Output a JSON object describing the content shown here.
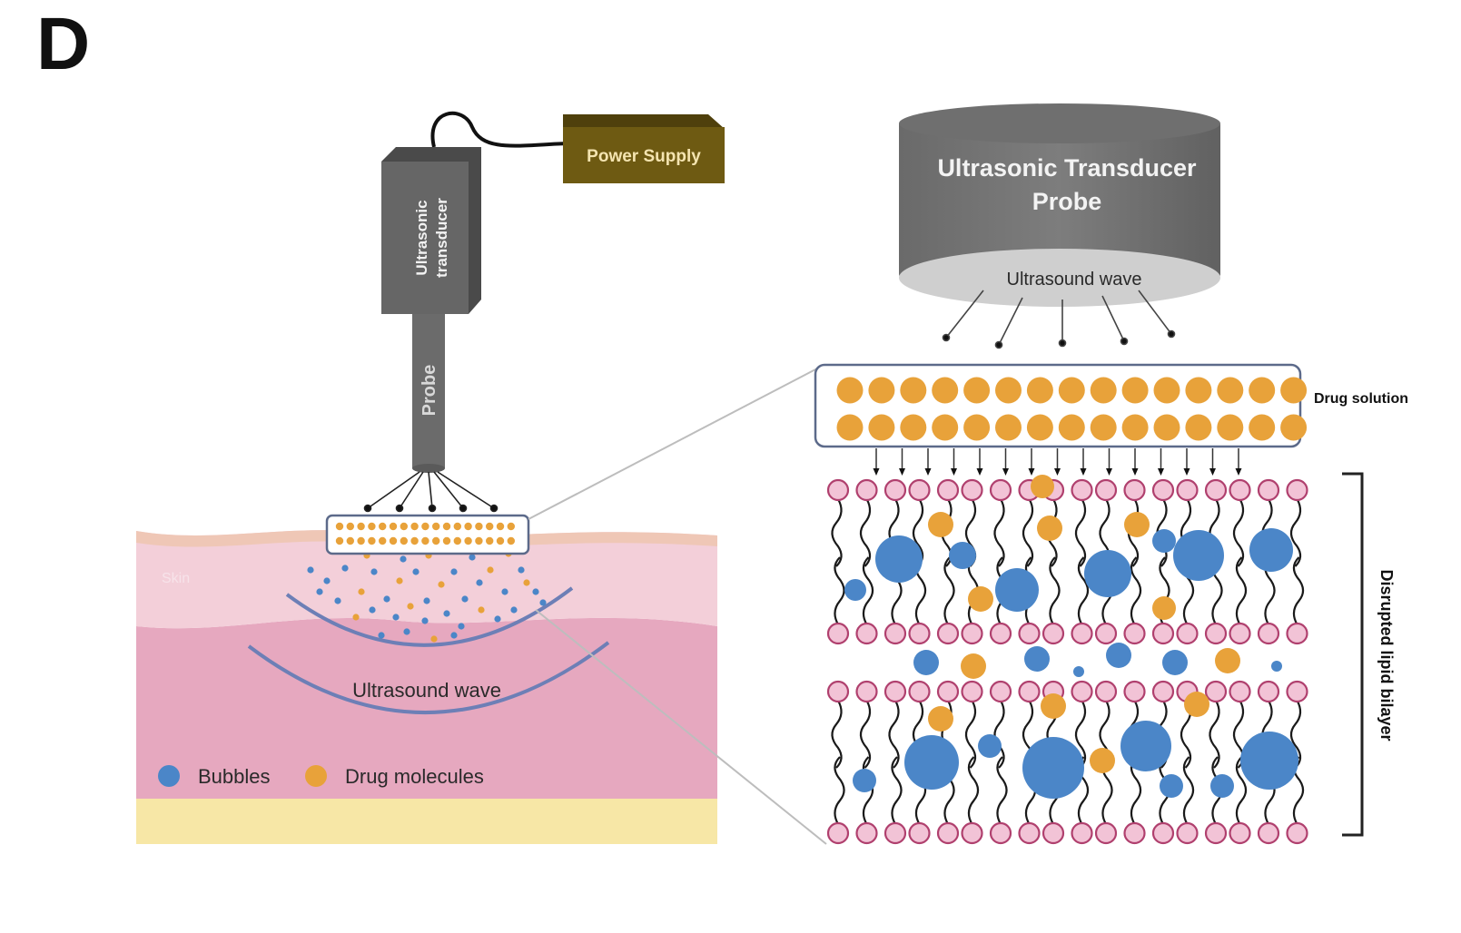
{
  "panel_letter": "D",
  "left": {
    "power_supply_label": "Power Supply",
    "transducer_label_line1": "Ultrasonic",
    "transducer_label_line2": "transducer",
    "probe_label": "Probe",
    "skin_label": "Skin",
    "wave_label": "Ultrasound wave",
    "legend": [
      {
        "label": "Bubbles",
        "color": "#4b86c8"
      },
      {
        "label": "Drug molecules",
        "color": "#e8a23a"
      }
    ]
  },
  "right": {
    "probe_title_line1": "Ultrasonic Transducer",
    "probe_title_line2": "Probe",
    "wave_label": "Ultrasound wave",
    "drug_solution_label": "Drug solution",
    "bilayer_label": "Disrupted lipid bilayer"
  },
  "colors": {
    "bubble": "#4b86c8",
    "drug": "#e8a23a",
    "lipid_head": "#f2c3d6",
    "lipid_outline": "#b0406e",
    "skin": "#f3cfd9",
    "dermis": "#e6a8bf",
    "fat": "#f7e7a6",
    "device_gray": "#6b6b6b",
    "power_supply": "#6e5a12"
  }
}
